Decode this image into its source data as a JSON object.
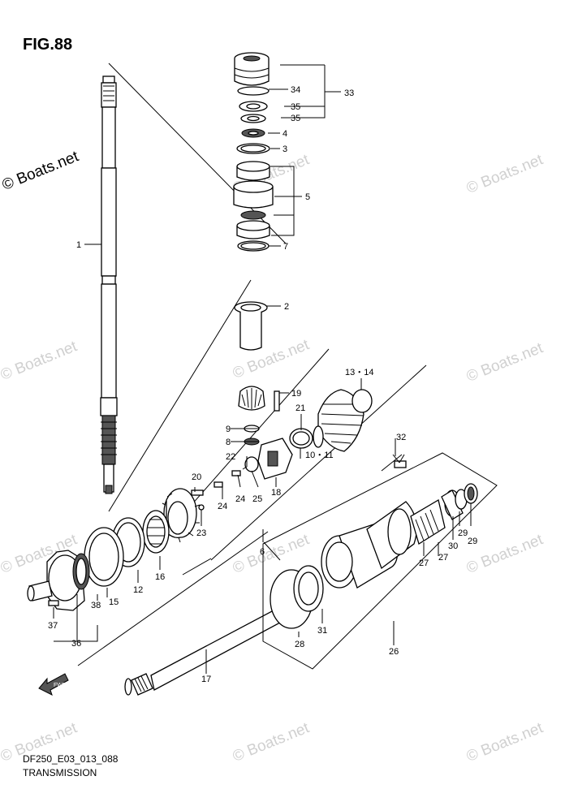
{
  "figure": {
    "title": "FIG.88",
    "code": "DF250_E03_013_088",
    "name": "TRANSMISSION"
  },
  "watermarks": [
    "© Boats.net",
    "© Boats.net",
    "© Boats.net",
    "© Boats.net",
    "© Boats.net",
    "© Boats.net",
    "© Boats.net",
    "© Boats.net",
    "© Boats.net",
    "© Boats.net",
    "© Boats.net",
    "© Boats.net"
  ],
  "fwd_label": "FWD",
  "callouts": {
    "c1": "1",
    "c2": "2",
    "c3": "3",
    "c4": "4",
    "c5": "5",
    "c6": "6",
    "c7": "7",
    "c8": "8",
    "c9": "9",
    "c10_11": "10・11",
    "c12": "12",
    "c13_14": "13・14",
    "c15": "15",
    "c16": "16",
    "c17": "17",
    "c18": "18",
    "c19": "19",
    "c20": "20",
    "c21": "21",
    "c22": "22",
    "c23": "23",
    "c24a": "24",
    "c24b": "24",
    "c25": "25",
    "c26": "26",
    "c27a": "27",
    "c27b": "27",
    "c28": "28",
    "c29a": "29",
    "c29b": "29",
    "c30": "30",
    "c31": "31",
    "c32": "32",
    "c33": "33",
    "c34": "34",
    "c35a": "35",
    "c35b": "35",
    "c36": "36",
    "c37": "37",
    "c38": "38"
  }
}
